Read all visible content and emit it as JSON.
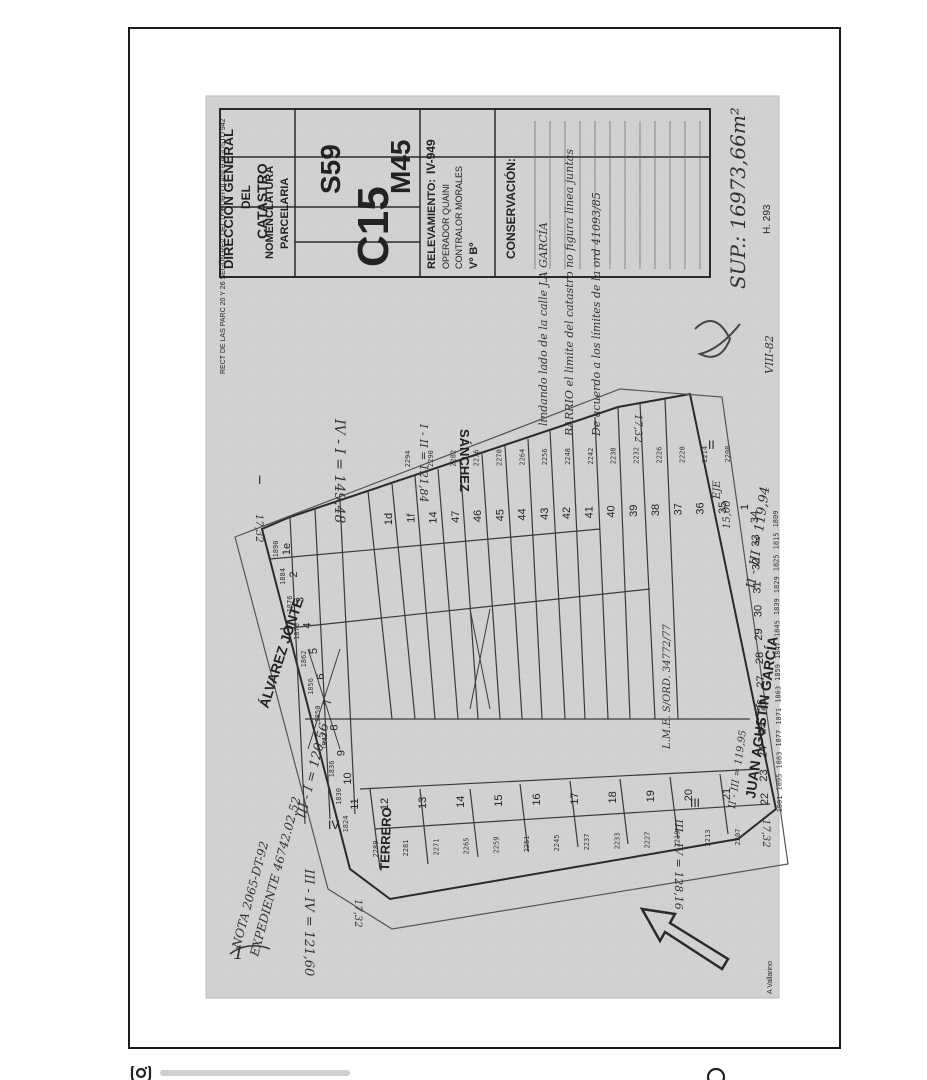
{
  "header": {
    "org_line1": "DIRECCIÓN GENERAL",
    "org_line2": "DEL",
    "org_line3": "CATASTRO",
    "nomenclatura_line1": "NOMENCLATURA",
    "nomenclatura_line2": "PARCELARIA",
    "circ": "C15",
    "seccion": "S59",
    "manzana": "M45",
    "relevamiento_label": "RELEVAMIENTO:",
    "relevamiento_value": "IV-949",
    "operador": "OPERADOR QUAINI",
    "contralor": "CONTRALOR MORALES",
    "vb": "Vº Bº",
    "conservacion": "CONSERVACIÓN:"
  },
  "annotations": {
    "superficie": "SUP.: 16973,66m²",
    "h_ref": "H. 293",
    "nota": "NOTA 2065-DT-92",
    "expediente": "EXPEDIENTE 46742.02.52",
    "sheet_number": "1",
    "handwritten_note_1": "De acuerdo a los límites de la ord 41093/85",
    "handwritten_note_2": "BARRIO el limite del catastro no figura linea juntas",
    "handwritten_note_3": "lindando lado de la calle J.A GARCÍA",
    "rect_note": "RECT DE LAS PARC 20 Y 26 SEGÚN REV. DEL Dº PORTOLANI B AGOSTO 942",
    "lme": "L.M.E. S/ORD. 34772/77",
    "signature_date": "VIII-82",
    "eje": "EJE",
    "corner_label": "A Vallarino"
  },
  "streets": {
    "top": "SÁNCHEZ",
    "left": "ÁLVAREZ JONTE",
    "bottom": "TERRERO",
    "right": "JUAN AGUSTÍN GARCÍA"
  },
  "dimensions": {
    "top_side": "IV - I = 149,48",
    "left_side": "III - I = 120,56",
    "bottom_side": "III - IV = 121,60",
    "right_side_a": "II - III = 119,94",
    "right_side_b": "II - III = 119,95",
    "inner_top": "I - II = 121,84",
    "inner_bottom": "III - IV = 128,16",
    "chamfer": "17,32",
    "frontage_15": "15,00"
  },
  "corners": {
    "I": "I",
    "II": "II",
    "III": "III",
    "IV": "IV"
  },
  "parcels": {
    "top_row": [
      "1d",
      "1f",
      "14",
      "47",
      "46",
      "45",
      "44",
      "43",
      "42",
      "41",
      "40",
      "39",
      "38",
      "37",
      "36",
      "35",
      "1"
    ],
    "right_row": [
      "34",
      "33",
      "32",
      "31",
      "30",
      "29",
      "28",
      "27",
      "26",
      "25",
      "24",
      "23",
      "22"
    ],
    "left_row": [
      "1e",
      "2",
      "3",
      "4",
      "5",
      "6",
      "7",
      "8",
      "9",
      "10",
      "11"
    ],
    "bottom_row": [
      "12",
      "13",
      "14",
      "15",
      "16",
      "17",
      "18",
      "19",
      "20",
      "21"
    ]
  },
  "house_numbers": {
    "top": [
      "2294",
      "2290",
      "2282",
      "2276",
      "2270",
      "2264",
      "2256",
      "2248",
      "2242",
      "2238",
      "2232",
      "2226",
      "2220",
      "2214",
      "2208"
    ],
    "left": [
      "1890",
      "1884",
      "1876",
      "1870",
      "1862",
      "1856",
      "1850",
      "1842",
      "1836",
      "1830",
      "1824"
    ],
    "bottom": [
      "2289",
      "2281",
      "2271",
      "2265",
      "2259",
      "2251",
      "2245",
      "2237",
      "2233",
      "2227",
      "2219",
      "2213",
      "2207"
    ],
    "right": [
      "1809",
      "1815",
      "1825",
      "1829",
      "1839",
      "1845",
      "1847",
      "1859",
      "1863",
      "1871",
      "1877",
      "1883",
      "1895",
      "1901"
    ]
  },
  "footer": {
    "left_icon": "instagram-icon",
    "right_icon": "circle-icon"
  },
  "colors": {
    "paper": "#d4d4d4",
    "ink": "#2a2a2a",
    "frame": "#1a1a1a"
  }
}
